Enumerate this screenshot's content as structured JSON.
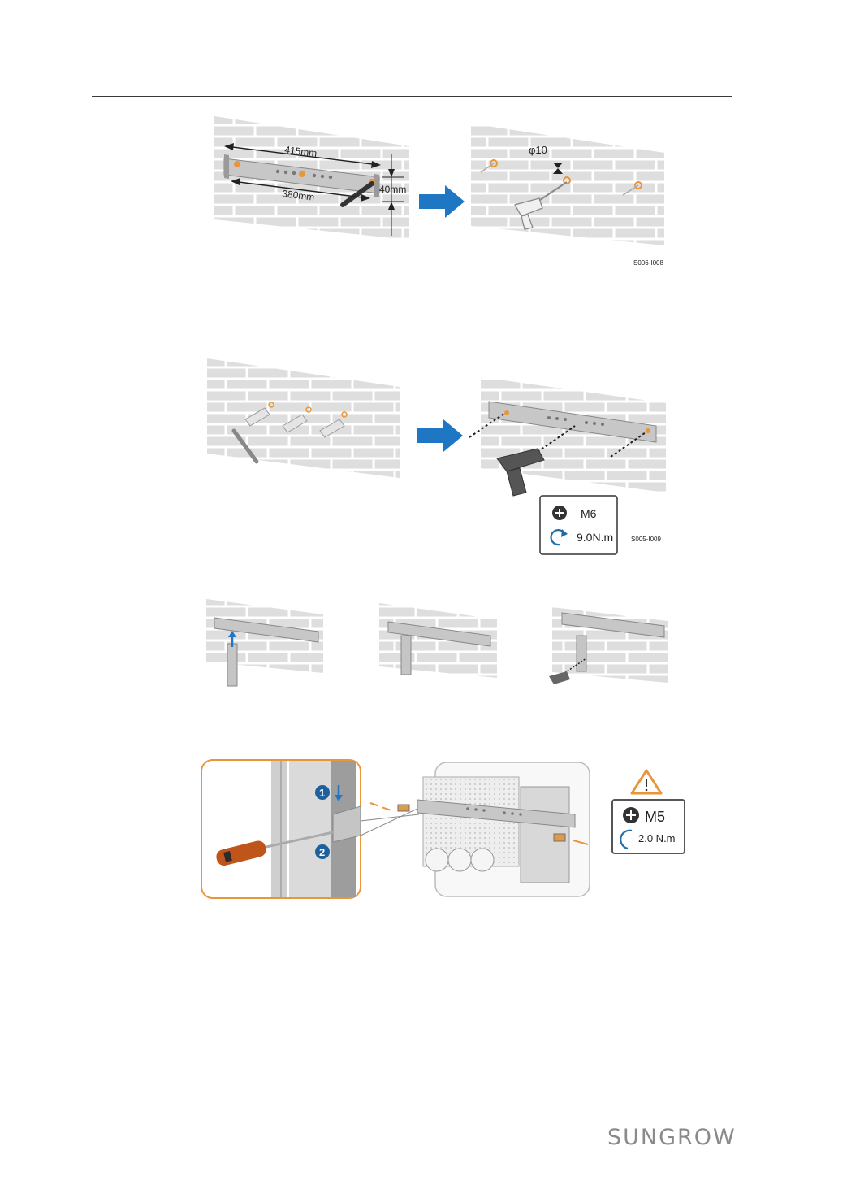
{
  "figure1": {
    "dim_width_outer": "415mm",
    "dim_width_inner": "380mm",
    "dim_height": "40mm",
    "drill_diameter": "φ10",
    "code": "S006-I008"
  },
  "figure2": {
    "screw_size": "M6",
    "torque": "9.0N.m",
    "code": "S005-I009"
  },
  "figure4": {
    "step_1": "1",
    "step_2": "2",
    "screw_size": "M5",
    "torque": "2.0 N.m"
  },
  "footer": {
    "brand": "SUNGROW"
  },
  "colors": {
    "arrow_blue": "#1f76c3",
    "marker_orange": "#e9953a",
    "brick_bg": "#dcdcdc"
  }
}
